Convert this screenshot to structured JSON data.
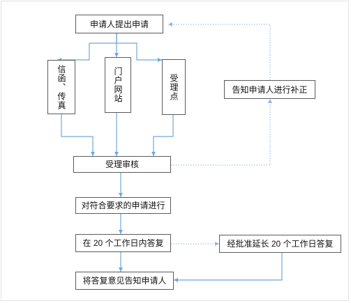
{
  "nodes": {
    "applicant_submit": "申请人提出申请",
    "letter_fax": "信函、传真",
    "portal_site": "门户网站",
    "acceptance_point": "受理点",
    "notify_correction": "告知申请人进行补正",
    "acceptance_review": "受理审核",
    "process_qualified": "对符合要求的申请进行",
    "reply_20_days": "在 20 个工作日内答复",
    "extension_reply": "经批准延长 20 个工作日答复",
    "notify_opinion": "将答复意见告知申请人"
  },
  "colors": {
    "solid_arrow": "#6fa8dc",
    "dotted_arrow": "#8fb8e0",
    "box_border": "#5a5a5a"
  }
}
